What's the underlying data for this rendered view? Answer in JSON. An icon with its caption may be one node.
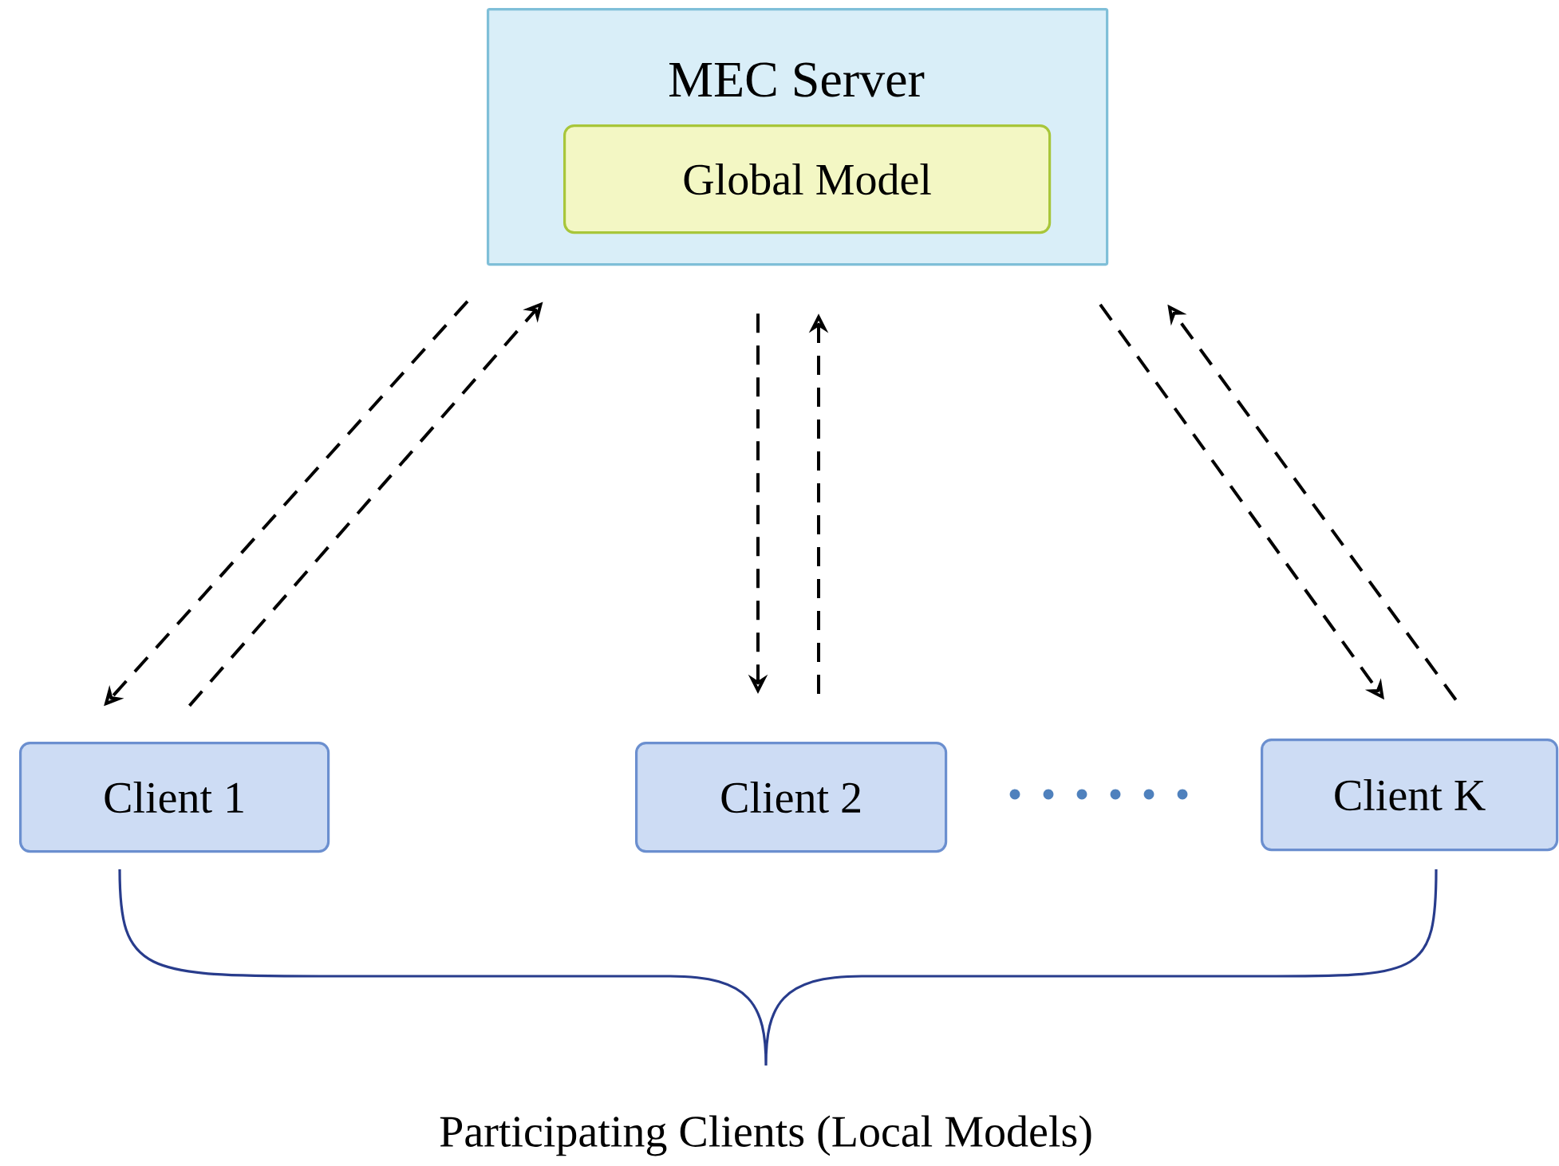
{
  "diagram": {
    "nodes": [
      {
        "text": [
          "MEC Server"
        ]
      },
      {
        "text": [
          "Global Model"
        ],
        "in": 0
      },
      {
        "text": [
          "Client 1"
        ]
      },
      {
        "text": [
          "Client 2"
        ]
      },
      {
        "text": [
          "Client K"
        ]
      }
    ],
    "edges": [
      {
        "from": 0,
        "to": 2,
        "arrow": "to",
        "style": "dashed"
      },
      {
        "from": 2,
        "to": 0,
        "arrow": "to",
        "style": "dashed"
      },
      {
        "from": 0,
        "to": 3,
        "arrow": "to",
        "style": "dashed"
      },
      {
        "from": 3,
        "to": 0,
        "arrow": "to",
        "style": "dashed"
      },
      {
        "from": 0,
        "to": 4,
        "arrow": "to",
        "style": "dashed"
      },
      {
        "from": 4,
        "to": 0,
        "arrow": "to",
        "style": "dashed"
      }
    ],
    "labels": [
      "Participating Clients (Local Models)"
    ]
  }
}
